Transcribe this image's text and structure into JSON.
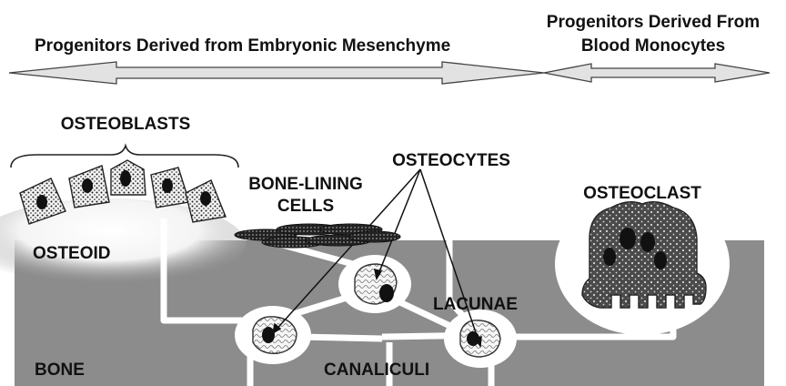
{
  "header": {
    "mesenchyme_label": "Progenitors Derived from Embryonic Mesenchyme",
    "monocyte_label_line1": "Progenitors Derived From",
    "monocyte_label_line2": "Blood Monocytes"
  },
  "labels": {
    "osteoblasts": "OSTEOBLASTS",
    "osteocytes": "OSTEOCYTES",
    "bone_lining_line1": "BONE-LINING",
    "bone_lining_line2": "CELLS",
    "osteoclast": "OSTEOCLAST",
    "osteoid": "OSTEOID",
    "lacunae": "LACUNAE",
    "bone": "BONE",
    "canaliculi": "CANALICULI"
  },
  "colors": {
    "bone": "#8c8c8c",
    "halo": "#ffffff",
    "arrow_fill": "#e2e2e2",
    "cell_fill": "#f2f2f2",
    "nucleus": "#111111",
    "osteoclast": "#4a4a4a"
  }
}
